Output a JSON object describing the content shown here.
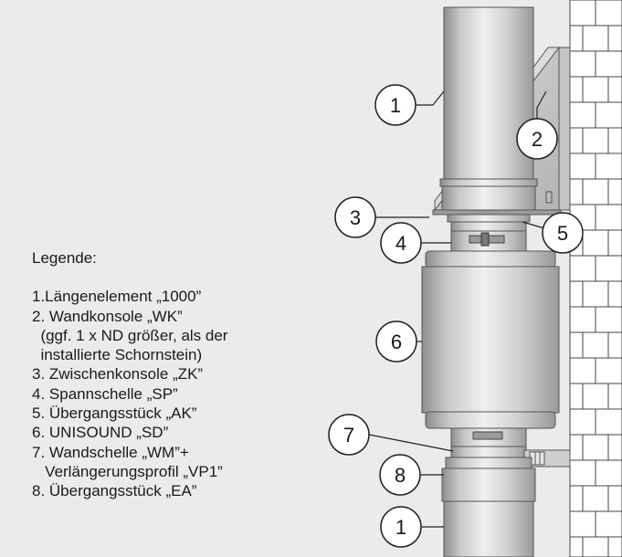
{
  "legend": {
    "title": "Legende:",
    "items": [
      "1.Längenelement „1000”",
      "2. Wandkonsole „WK”",
      "  (ggf. 1 x ND größer, als der",
      "  installierte Schornstein)",
      "3. Zwischenkonsole „ZK”",
      "4. Spannschelle „SP”",
      "5. Übergangsstück „AK”",
      "6. UNISOUND „SD”",
      "7. Wandschelle „WM”+",
      "   Verlängerungsprofil „VP1”",
      "8. Übergangsstück „EA”"
    ]
  },
  "callouts": {
    "c1_top": "1",
    "c2": "2",
    "c3": "3",
    "c4": "4",
    "c5": "5",
    "c6": "6",
    "c7": "7",
    "c8": "8",
    "c1_bottom": "1"
  },
  "colors": {
    "background": "#ebebeb",
    "metal_light": "#e6e6e6",
    "metal_dark": "#8c8c8c",
    "outline": "#555555",
    "text": "#1a1a1a"
  }
}
